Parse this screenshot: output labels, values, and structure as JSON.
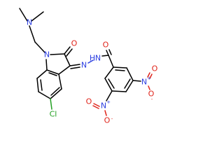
{
  "atoms": {
    "n_dimethyl": "N",
    "n_indole": "N",
    "o_oxo": "O",
    "n_hydrazone_1": "N",
    "n_hydrazone_2": "N",
    "h_nh": "H",
    "o_amide": "O",
    "cl": "Cl",
    "nitro1_n": "N",
    "nitro1_plus": "+",
    "nitro1_o_top": "O",
    "nitro1_o_minus": "O",
    "nitro1_minus": "-",
    "nitro2_n": "N",
    "nitro2_plus": "+",
    "nitro2_o_left": "O",
    "nitro2_o_minus": "O",
    "nitro2_minus": "-"
  },
  "colors": {
    "carbon_bond": "#000000",
    "nitrogen": "#2b3ee0",
    "oxygen": "#e0241a",
    "chlorine": "#22a022"
  }
}
